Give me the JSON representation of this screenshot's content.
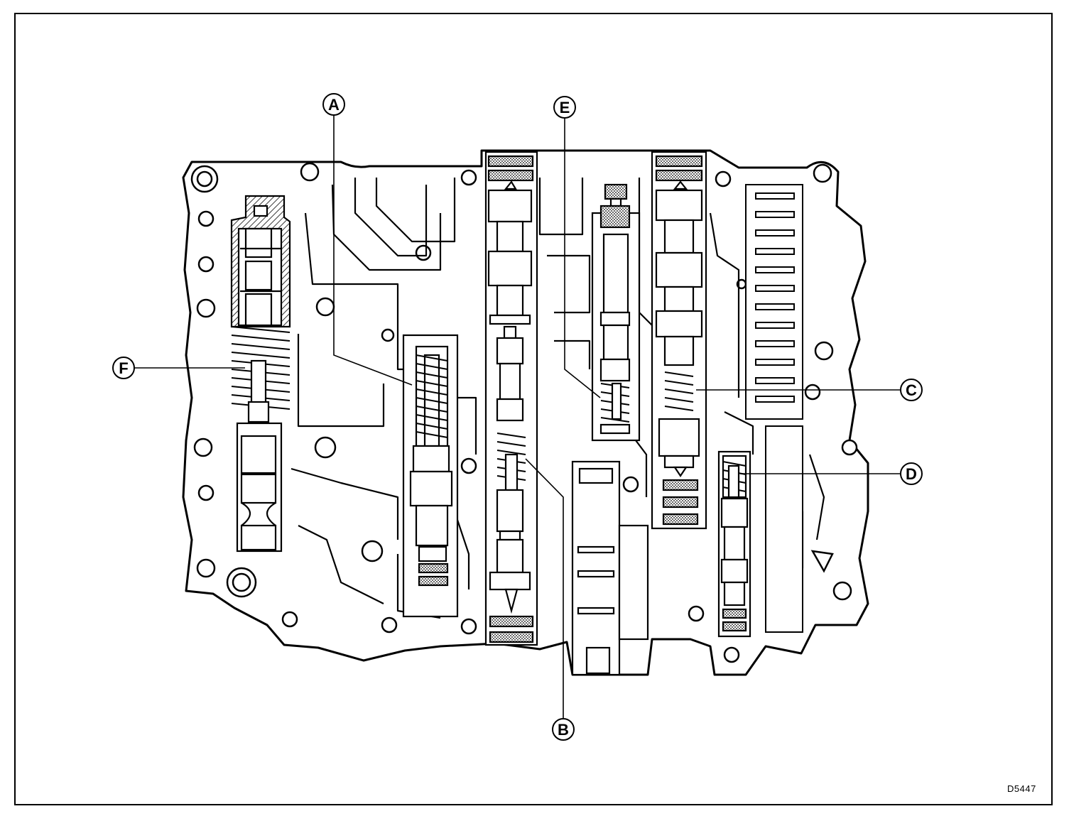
{
  "figure_code": "D5447",
  "callouts": [
    {
      "id": "A",
      "label": "A"
    },
    {
      "id": "E",
      "label": "E"
    },
    {
      "id": "F",
      "label": "F"
    },
    {
      "id": "C",
      "label": "C"
    },
    {
      "id": "D",
      "label": "D"
    },
    {
      "id": "B",
      "label": "B"
    }
  ],
  "colors": {
    "line": "#000000",
    "background": "#ffffff",
    "stipple": "#9a9a9a"
  }
}
